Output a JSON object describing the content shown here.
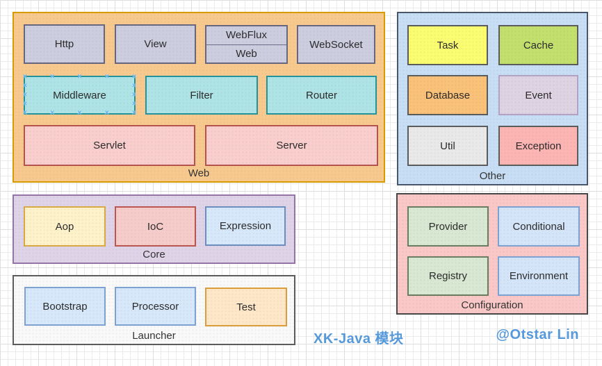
{
  "annotations": {
    "title": "XK-Java 模块",
    "credit": "@Otstar Lin",
    "color": "#5599DB"
  },
  "groups": {
    "web": {
      "label": "Web",
      "fill": "#F7C98E",
      "border": "#D79B00",
      "items": {
        "http": {
          "label": "Http",
          "fill": "#CDCDE0",
          "border": "#66667E"
        },
        "view": {
          "label": "View",
          "fill": "#CDCDE0",
          "border": "#66667E"
        },
        "webflux": {
          "label": "WebFlux",
          "fill": "#CDCDE0",
          "border": "#66667E"
        },
        "web": {
          "label": "Web",
          "fill": "#CDCDE0",
          "border": "#66667E"
        },
        "websocket": {
          "label": "WebSocket",
          "fill": "#CDCDE0",
          "border": "#66667E"
        },
        "middleware": {
          "label": "Middleware",
          "fill": "#AEE4E6",
          "border": "#23929A",
          "selected": true,
          "handle_color": "#5FB0EA"
        },
        "filter": {
          "label": "Filter",
          "fill": "#AEE4E6",
          "border": "#23929A"
        },
        "router": {
          "label": "Router",
          "fill": "#AEE4E6",
          "border": "#23929A"
        },
        "servlet": {
          "label": "Servlet",
          "fill": "#F9CECD",
          "border": "#B2534E"
        },
        "server": {
          "label": "Server",
          "fill": "#F9CECD",
          "border": "#B2534E"
        }
      }
    },
    "other": {
      "label": "Other",
      "fill": "#C7DEF5",
      "border": "#47566B",
      "items": {
        "task": {
          "label": "Task",
          "fill": "#FBFD70",
          "border": "#5B5B5B"
        },
        "cache": {
          "label": "Cache",
          "fill": "#C3E06C",
          "border": "#5B5B5B"
        },
        "database": {
          "label": "Database",
          "fill": "#FAC178",
          "border": "#5B5B5B"
        },
        "event": {
          "label": "Event",
          "fill": "#DED3E3",
          "border": "#B3A1C4"
        },
        "util": {
          "label": "Util",
          "fill": "#E9E9E9",
          "border": "#5B5B5B"
        },
        "exception": {
          "label": "Exception",
          "fill": "#FCB5B3",
          "border": "#5B5B5B"
        }
      }
    },
    "core": {
      "label": "Core",
      "fill": "#DFD3E7",
      "border": "#9673A6",
      "items": {
        "aop": {
          "label": "Aop",
          "fill": "#FEF2CB",
          "border": "#D6A944"
        },
        "ioc": {
          "label": "IoC",
          "fill": "#F6CCCA",
          "border": "#BA5650"
        },
        "expression": {
          "label": "Expression",
          "fill": "#D7E8FA",
          "border": "#6C8EBF"
        }
      }
    },
    "launcher": {
      "label": "Launcher",
      "fill": "#F9F9F9",
      "border": "#5B5B5B",
      "items": {
        "bootstrap": {
          "label": "Bootstrap",
          "fill": "#D7E8FA",
          "border": "#7DA2D1"
        },
        "processor": {
          "label": "Processor",
          "fill": "#D7E8FA",
          "border": "#7DA2D1"
        },
        "test": {
          "label": "Test",
          "fill": "#FEE7C8",
          "border": "#DA9D3C"
        }
      }
    },
    "configuration": {
      "label": "Configuration",
      "fill": "#F9C8C7",
      "border": "#474747",
      "items": {
        "provider": {
          "label": "Provider",
          "fill": "#D8E8D2",
          "border": "#6B7B60"
        },
        "conditional": {
          "label": "Conditional",
          "fill": "#D4E5F9",
          "border": "#7DA2D1"
        },
        "registry": {
          "label": "Registry",
          "fill": "#D8E8D2",
          "border": "#6B7B60"
        },
        "environment": {
          "label": "Environment",
          "fill": "#D4E5F9",
          "border": "#7DA2D1"
        }
      }
    }
  }
}
